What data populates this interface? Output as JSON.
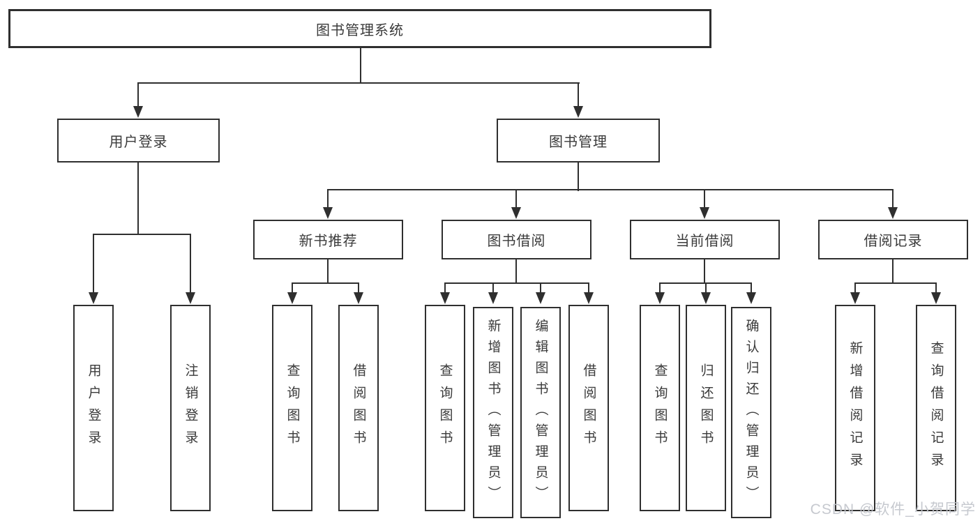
{
  "tree": {
    "root": {
      "label": "图书管理系统",
      "children": [
        {
          "label": "用户登录",
          "children": [
            {
              "label": "用户登录"
            },
            {
              "label": "注销登录"
            }
          ]
        },
        {
          "label": "图书管理",
          "children": [
            {
              "label": "新书推荐",
              "children": [
                {
                  "label": "查询图书"
                },
                {
                  "label": "借阅图书"
                }
              ]
            },
            {
              "label": "图书借阅",
              "children": [
                {
                  "label": "查询图书"
                },
                {
                  "label": "新增图书（管理员）"
                },
                {
                  "label": "编辑图书（管理员）"
                },
                {
                  "label": "借阅图书"
                }
              ]
            },
            {
              "label": "当前借阅",
              "children": [
                {
                  "label": "查询图书"
                },
                {
                  "label": "归还图书"
                },
                {
                  "label": "确认归还（管理员）"
                }
              ]
            },
            {
              "label": "借阅记录",
              "children": [
                {
                  "label": "新增借阅记录"
                },
                {
                  "label": "查询借阅记录"
                }
              ]
            }
          ]
        }
      ]
    }
  },
  "watermark": {
    "text": "CSDN @软件_小贺同学"
  },
  "colors": {
    "line": "#2f2f2f",
    "text": "#3a3a3a",
    "watermark": "#c3c6cc",
    "background": "#ffffff"
  }
}
